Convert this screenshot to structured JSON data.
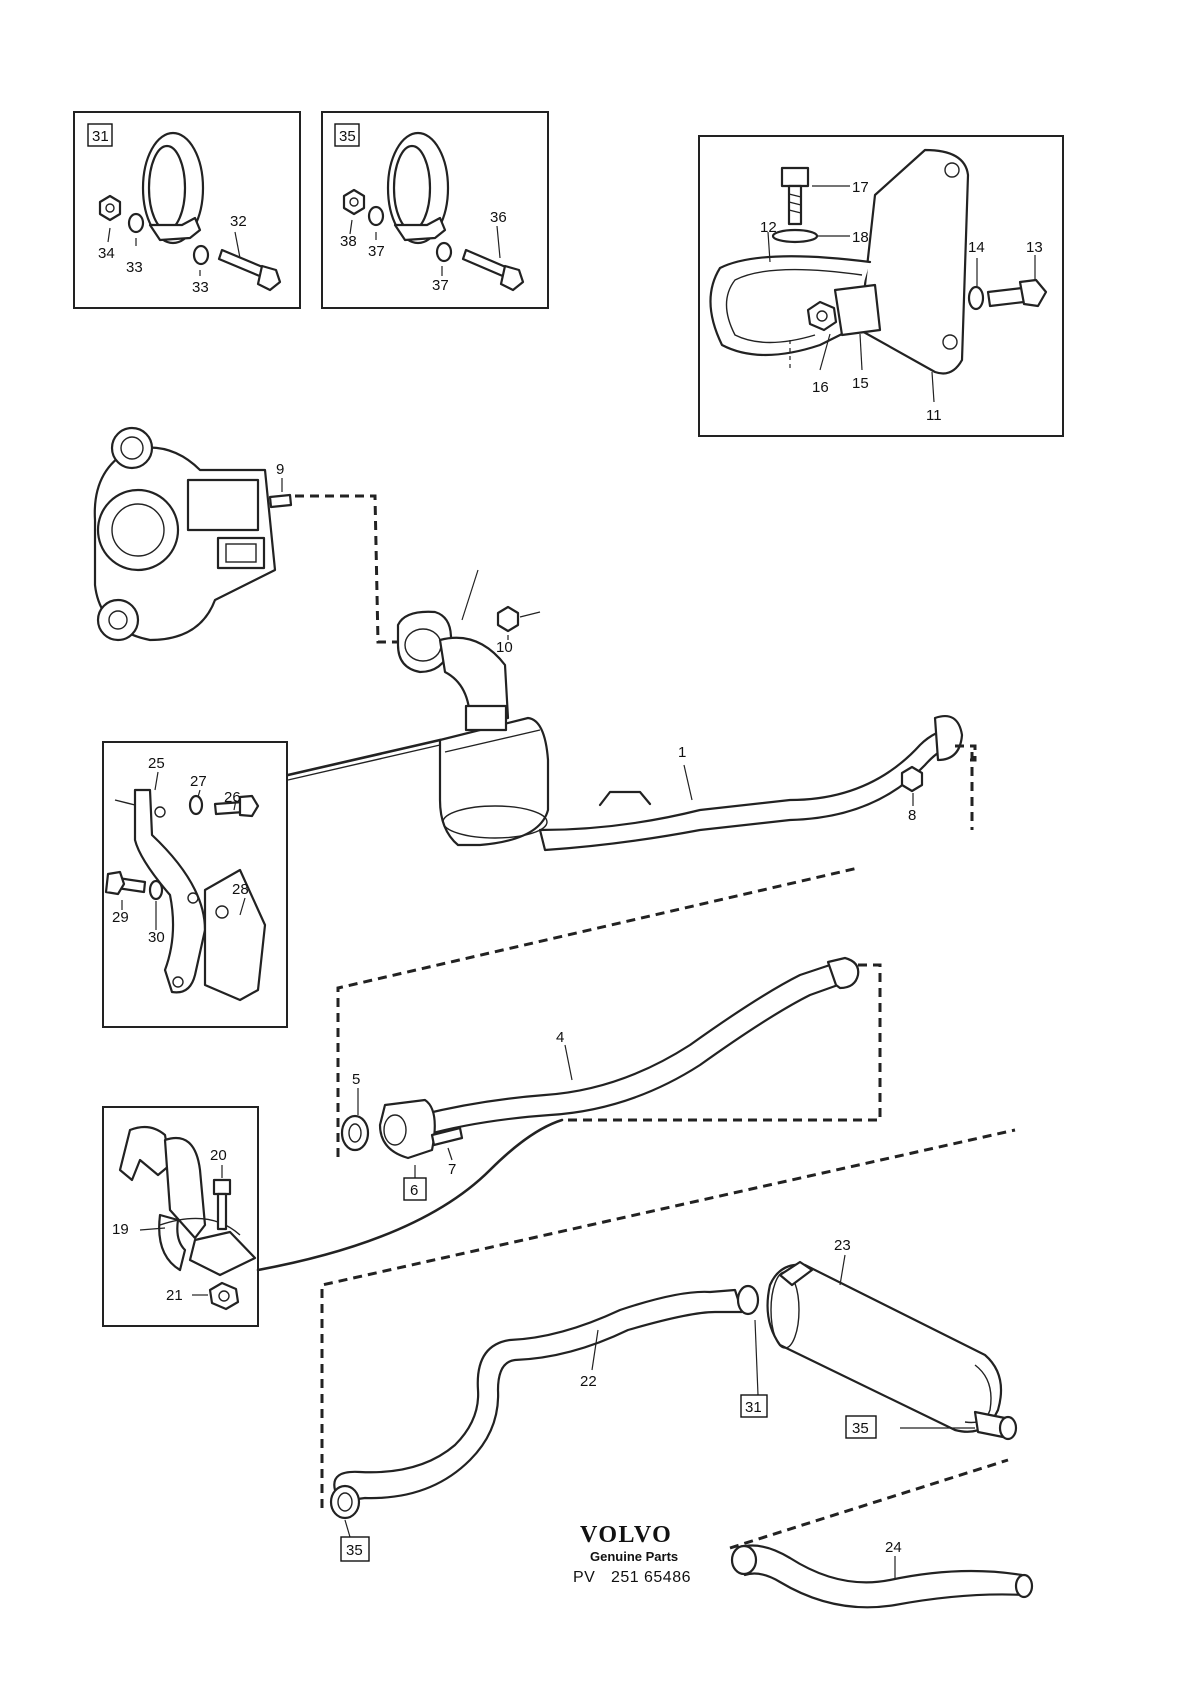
{
  "diagram": {
    "callouts": [
      "1",
      "4",
      "5",
      "7",
      "8",
      "9",
      "10",
      "11",
      "12",
      "13",
      "14",
      "15",
      "16",
      "17",
      "18",
      "19",
      "20",
      "21",
      "22",
      "23",
      "24",
      "25",
      "26",
      "27",
      "28",
      "29",
      "30",
      "32",
      "33",
      "33",
      "34",
      "36",
      "37",
      "37",
      "38"
    ],
    "reference_boxes": [
      "31",
      "35",
      "6",
      "31",
      "35",
      "35"
    ]
  },
  "footer": {
    "brand": "VOLVO",
    "subtitle": "Genuine Parts",
    "code_prefix": "PV",
    "code_mid": "251",
    "code_suffix": "65486"
  }
}
